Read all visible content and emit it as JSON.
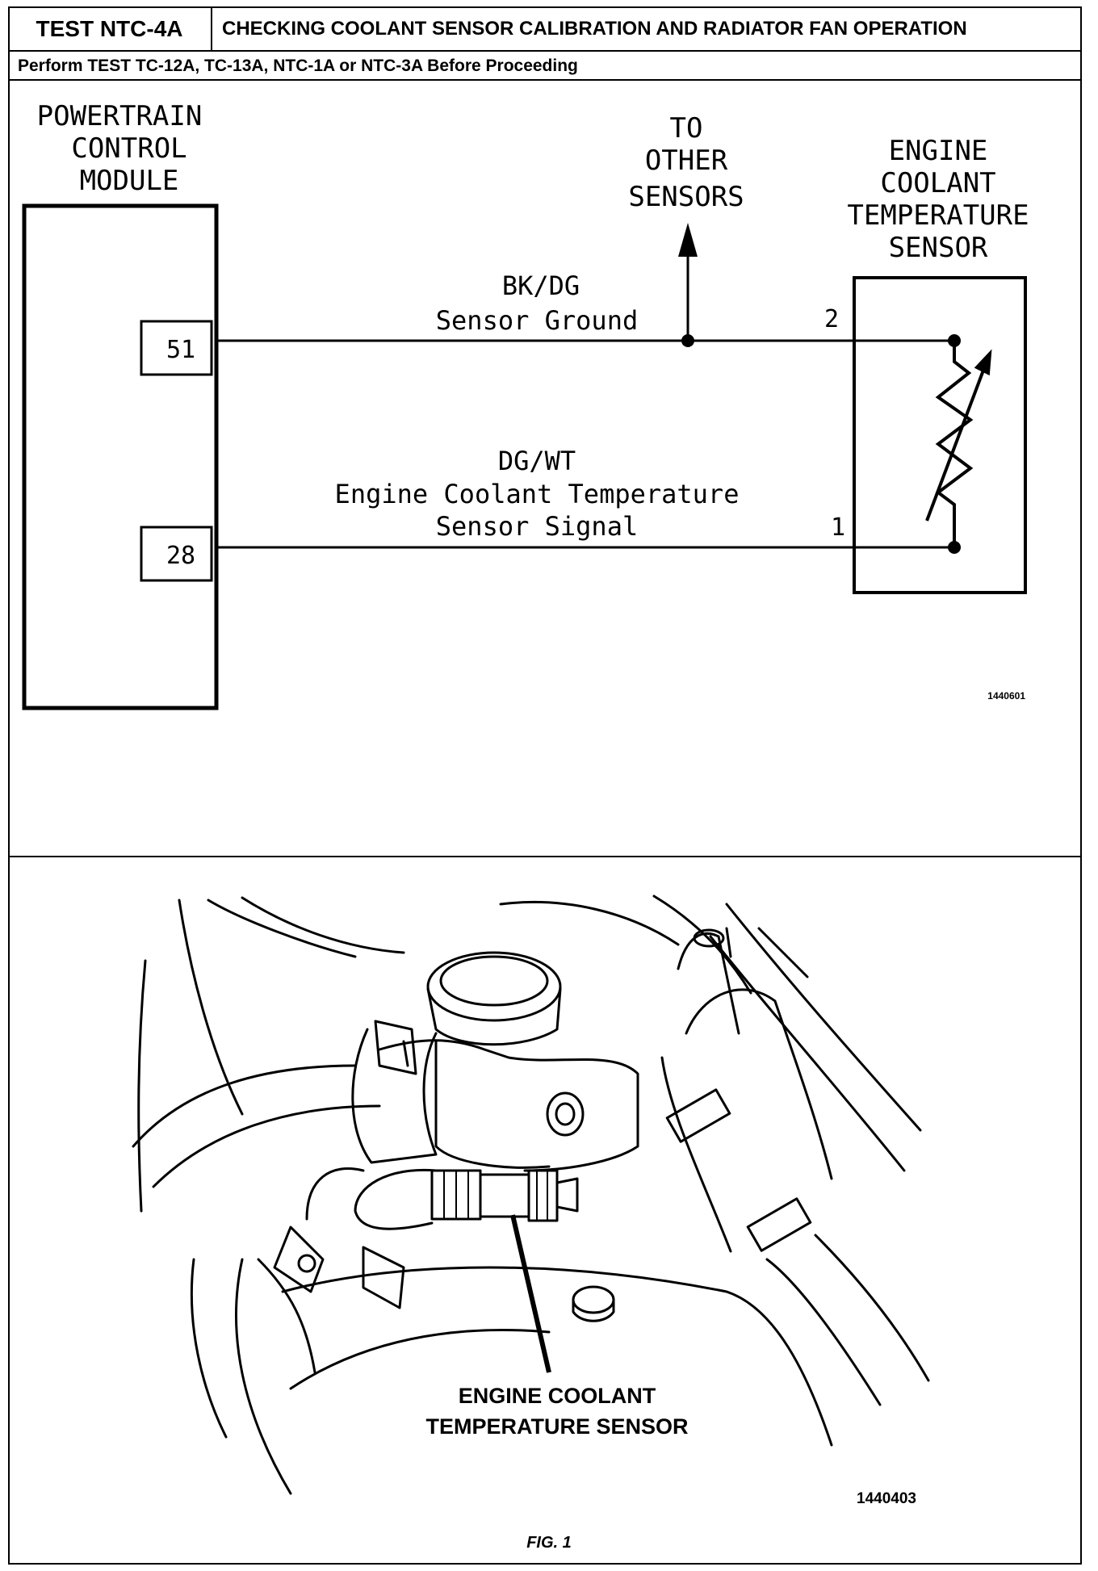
{
  "header": {
    "test_id": "TEST NTC-4A",
    "title": "CHECKING COOLANT SENSOR CALIBRATION AND RADIATOR FAN OPERATION",
    "prerequisite": "Perform TEST TC-12A, TC-13A, NTC-1A or NTC-3A Before Proceeding"
  },
  "schematic": {
    "pcm_label": [
      "POWERTRAIN",
      "CONTROL",
      "MODULE"
    ],
    "ect_label": [
      "ENGINE",
      "COOLANT",
      "TEMPERATURE",
      "SENSOR"
    ],
    "other_sensors_label": [
      "TO",
      "OTHER",
      "SENSORS"
    ],
    "pin_51": "51",
    "pin_28": "28",
    "sensor_pin_2": "2",
    "sensor_pin_1": "1",
    "wire_ground_color": "BK/DG",
    "wire_ground_name": "Sensor Ground",
    "wire_signal_color": "DG/WT",
    "wire_signal_name": [
      "Engine Coolant Temperature",
      "Sensor Signal"
    ],
    "figure_id": "1440601"
  },
  "illustration": {
    "callout": [
      "ENGINE COOLANT",
      "TEMPERATURE SENSOR"
    ],
    "figure_id": "1440403"
  },
  "caption": "FIG. 1"
}
